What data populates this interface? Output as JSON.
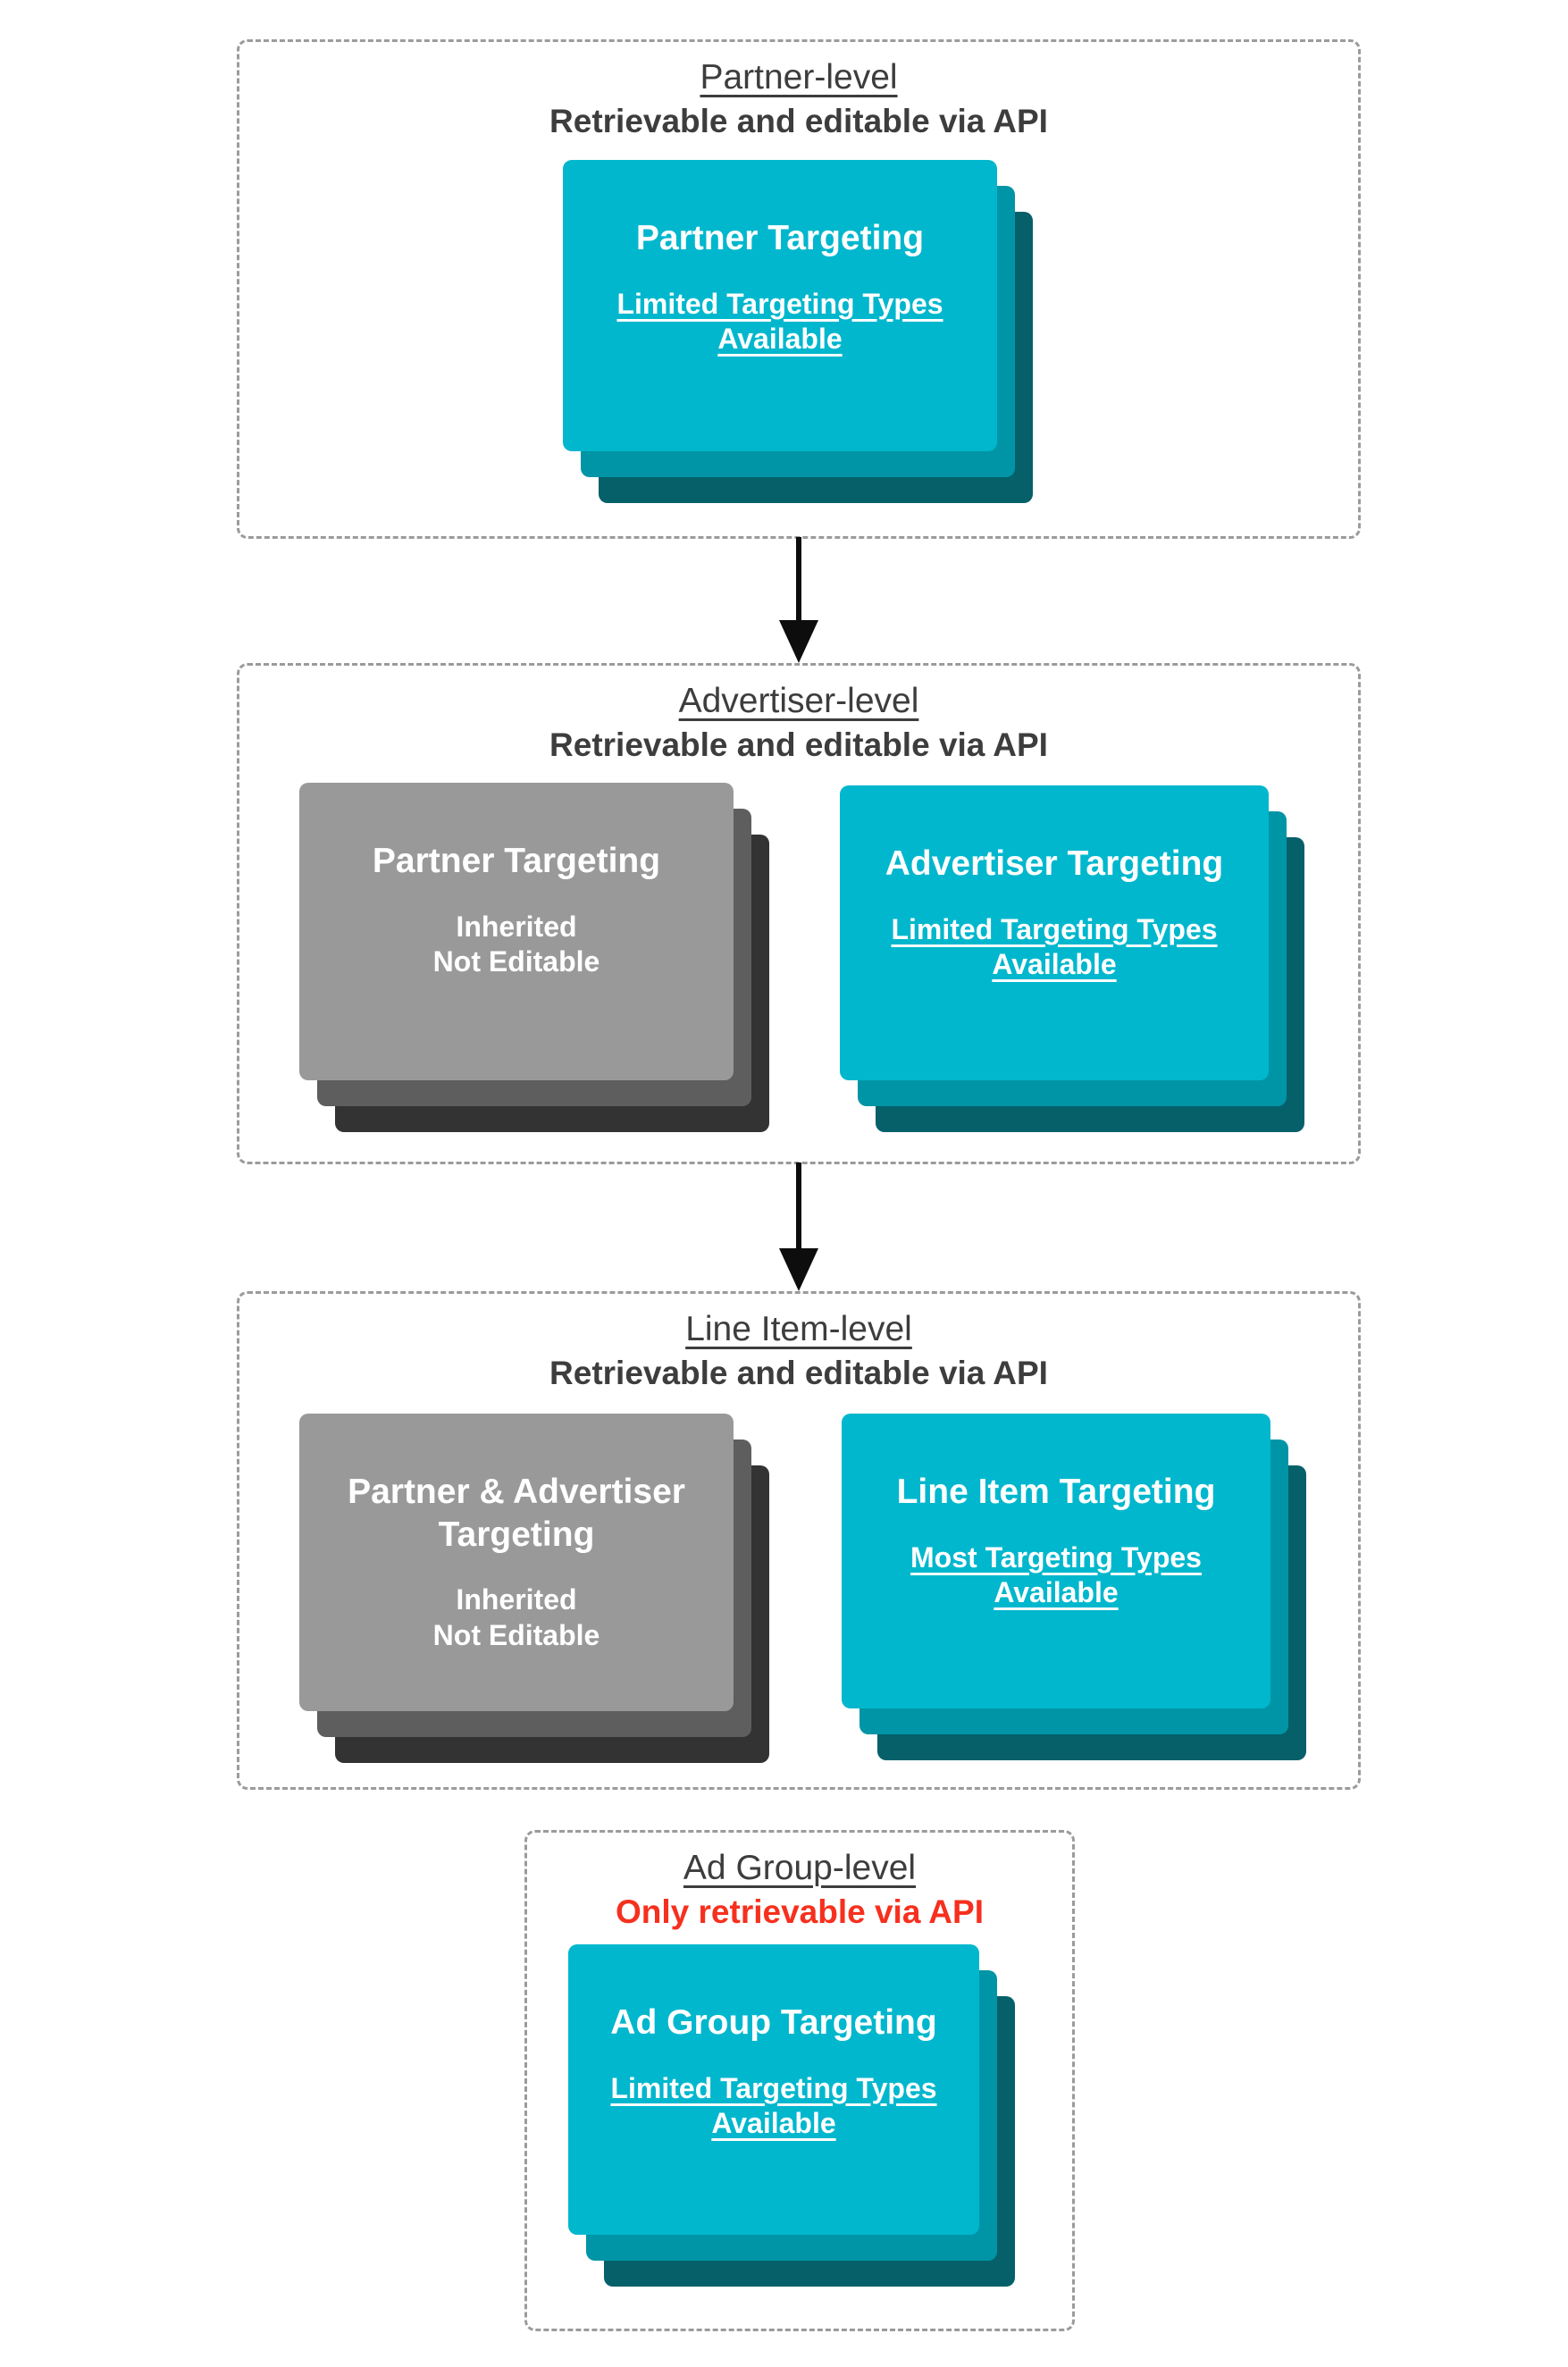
{
  "diagram": {
    "description": "Targeting hierarchy flow diagram with four levels connected by downward arrows"
  },
  "colors": {
    "teal_card": "#00b7cd",
    "teal_shadow_mid": "#0095a6",
    "teal_shadow_dark": "#05606a",
    "gray_card": "#999999",
    "gray_shadow_mid": "#5e5e5e",
    "gray_shadow_dark": "#333333",
    "heading_text": "#3d3d3d",
    "red_subtitle": "#f6301e",
    "card_text": "#ffffff",
    "dashed_border": "#9b9b9b",
    "arrow": "#0d0d0d"
  },
  "sections": [
    {
      "title": "Partner-level",
      "subtitle": "Retrievable and editable via API",
      "cards": [
        {
          "variant": "teal",
          "title_lines": [
            "Partner Targeting"
          ],
          "subtitle_lines": [
            "Limited Targeting Types",
            "Available"
          ],
          "subtitle_underlined": true
        }
      ]
    },
    {
      "title": "Advertiser-level",
      "subtitle": "Retrievable and editable via API",
      "cards": [
        {
          "variant": "gray",
          "title_lines": [
            "Partner Targeting"
          ],
          "subtitle_lines": [
            "Inherited",
            "Not Editable"
          ],
          "subtitle_underlined": false
        },
        {
          "variant": "teal",
          "title_lines": [
            "Advertiser Targeting"
          ],
          "subtitle_lines": [
            "Limited Targeting Types",
            "Available"
          ],
          "subtitle_underlined": true
        }
      ]
    },
    {
      "title": "Line Item-level",
      "subtitle": "Retrievable and editable via API",
      "cards": [
        {
          "variant": "gray",
          "title_lines": [
            "Partner & Advertiser",
            "Targeting"
          ],
          "subtitle_lines": [
            "Inherited",
            "Not Editable"
          ],
          "subtitle_underlined": false
        },
        {
          "variant": "teal",
          "title_lines": [
            "Line Item Targeting"
          ],
          "subtitle_lines": [
            "Most Targeting Types",
            "Available"
          ],
          "subtitle_underlined": true
        }
      ]
    },
    {
      "title": "Ad Group-level",
      "subtitle": "Only retrievable via API",
      "subtitle_color": "#f6301e",
      "cards": [
        {
          "variant": "teal",
          "title_lines": [
            "Ad Group Targeting"
          ],
          "subtitle_lines": [
            "Limited Targeting Types",
            "Available"
          ],
          "subtitle_underlined": true
        }
      ]
    }
  ]
}
